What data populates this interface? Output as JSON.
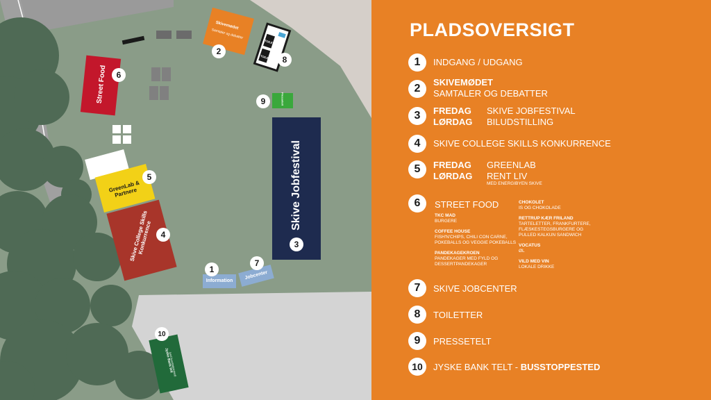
{
  "title": "PLADSOVERSIGT",
  "map": {
    "tent_2_title": "Skivemødet",
    "tent_2_sub": "Samtaler og debatter",
    "toilet_1": "TOILET",
    "toilet_2": "TOILET",
    "street_food": "Street Food",
    "presse": "Pressetelt",
    "jobfestival": "Skive Jobfestival",
    "greenlab": "GreenLab & Partnere",
    "skills": "Skive College Skills Konkurrence",
    "information": "Information",
    "jobcenter": "Jobcenter",
    "jyske": "Jyske Bank telt",
    "jyske_sub": "(ved busstoppested)",
    "badges": [
      "1",
      "2",
      "3",
      "4",
      "5",
      "6",
      "7",
      "8",
      "9",
      "10"
    ]
  },
  "legend": {
    "items": [
      {
        "num": "1",
        "text": "INDGANG / UDGANG"
      },
      {
        "num": "2",
        "bold": "SKIVEMØDET",
        "text": "SAMTALER OG DEBATTER"
      },
      {
        "num": "3",
        "day1": "FREDAG",
        "text1": "SKIVE JOBFESTIVAL",
        "day2": "LØRDAG",
        "text2": "BILUDSTILLING"
      },
      {
        "num": "4",
        "text": "SKIVE COLLEGE SKILLS KONKURRENCE"
      },
      {
        "num": "5",
        "day1": "FREDAG",
        "text1": "GREENLAB",
        "day2": "LØRDAG",
        "text2": "RENT LIV",
        "sub": "MED ENERGIBYEN SKIVE"
      },
      {
        "num": "6",
        "text": "STREET FOOD"
      },
      {
        "num": "7",
        "text": "SKIVE JOBCENTER"
      },
      {
        "num": "8",
        "text": "TOILETTER"
      },
      {
        "num": "9",
        "text": "PRESSETELT"
      },
      {
        "num": "10",
        "text": "JYSKE BANK TELT -",
        "bold": "BUSSTOPPESTED"
      }
    ],
    "vendors_left": [
      {
        "name": "TKC MAD",
        "desc": "BURGERE"
      },
      {
        "name": "COFFEE HOUSE",
        "desc": "FISH'N'CHIPS, CHILI CON CARNE, POKEBALLS OG VEGGIE POKEBALLS"
      },
      {
        "name": "PANDEKAGEKROEN",
        "desc": "PANDEKAGER MED FYLD OG DESSERTPANDEKAGER"
      }
    ],
    "vendors_right": [
      {
        "name": "CHOKOLET",
        "desc": "IS OG CHOKOLADE"
      },
      {
        "name": "RETTRUP KÆR FRILAND",
        "desc": "TARTELETTER, FRANKFURTERE, FLÆSKESTEGSBURGERE OG PULLED KALKUN SANDWICH"
      },
      {
        "name": "VOCATUS",
        "desc": "ØL"
      },
      {
        "name": "VILD MED VIN",
        "desc": "LOKALE DRIKKE"
      }
    ]
  },
  "colors": {
    "orange": "#e88125",
    "grass": "#8a9c88",
    "navy": "#1e2b4f",
    "red": "#c3172b",
    "yellow": "#f2d117",
    "rust": "#a8352a",
    "blue": "#8cacd2",
    "green": "#3aa83c",
    "darkgreen": "#216a3a"
  }
}
